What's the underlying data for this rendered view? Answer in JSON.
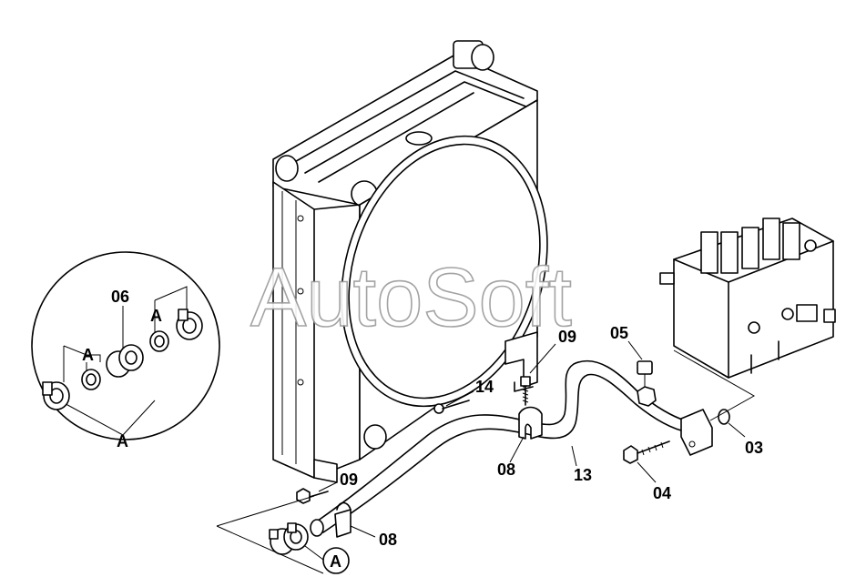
{
  "watermark": "AutoSoft",
  "detail": {
    "label_top_06": "06",
    "label_a_1": "A",
    "label_a_2": "A",
    "label_bottom": "A"
  },
  "callouts": {
    "p09_top": "09",
    "p05": "05",
    "p14": "14",
    "p03": "03",
    "p08_mid": "08",
    "p13": "13",
    "p04": "04",
    "p09_low": "09",
    "p08_low": "08",
    "ref_a": "A"
  }
}
